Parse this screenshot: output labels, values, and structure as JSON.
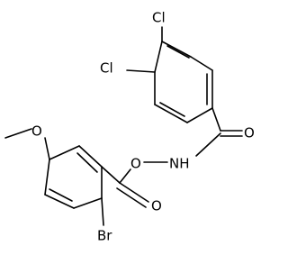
{
  "diagram": {
    "type": "chemical-structure",
    "atoms": {
      "cl_top": "Cl",
      "cl_left": "Cl",
      "o_methoxy": "O",
      "o_ester_linker": "O",
      "nh": "NH",
      "o_amide_carbonyl": "O",
      "o_ester_carbonyl": "O",
      "br": "Br"
    }
  }
}
